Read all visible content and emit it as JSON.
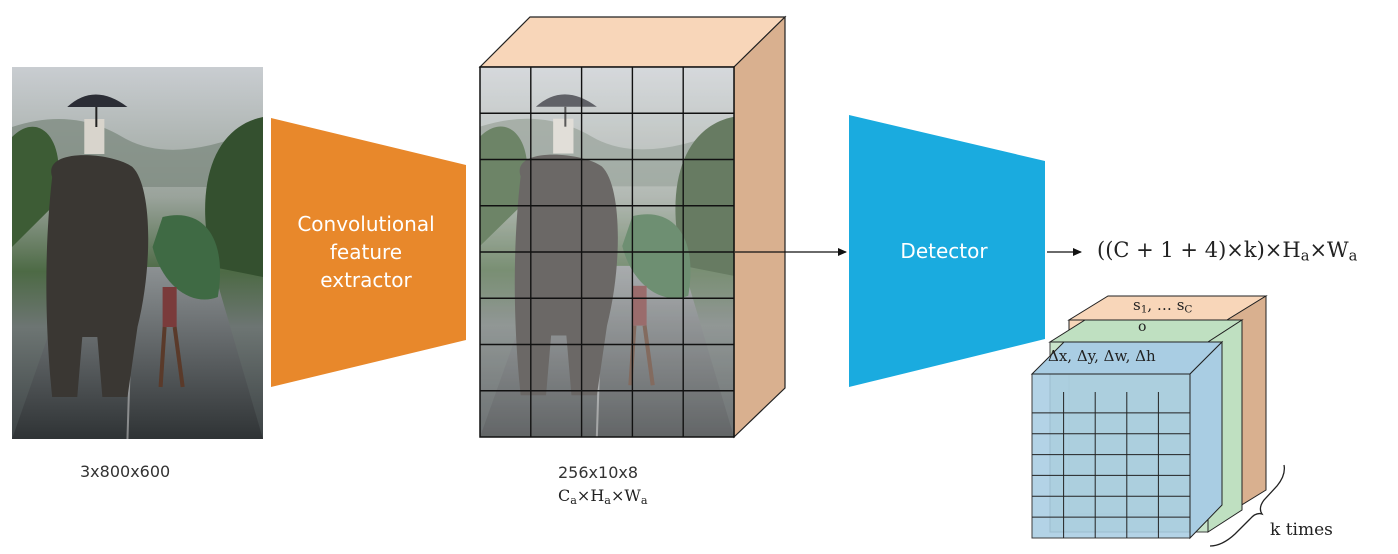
{
  "input_image": {
    "shape_label": "3x800x600"
  },
  "feature_extractor": {
    "label_lines": [
      "Convolutional",
      "feature",
      "extractor"
    ],
    "color": "#e8882b"
  },
  "feature_map": {
    "shape_label": "256x10x8",
    "symbolic_shape": "C",
    "grid_cols": 5,
    "grid_rows": 8,
    "top_color": "#f8d6b9",
    "side_color": "#d9b08f"
  },
  "detector": {
    "label": "Detector",
    "color": "#1aabdf"
  },
  "output": {
    "formula": "((C + 1 + 4)×k)×H",
    "sub_a": "a",
    "times_w": "×W"
  },
  "output_cube": {
    "class_scores_label": "s",
    "objectness_label": "o",
    "box_deltas_label": "Δx, Δy, Δw, Δh",
    "class_color": "#f8d6b9",
    "obj_color": "#bfe0c1",
    "box_color": "#a9cde3",
    "grid_cols": 5,
    "grid_rows": 7
  },
  "brace_label": "k times"
}
